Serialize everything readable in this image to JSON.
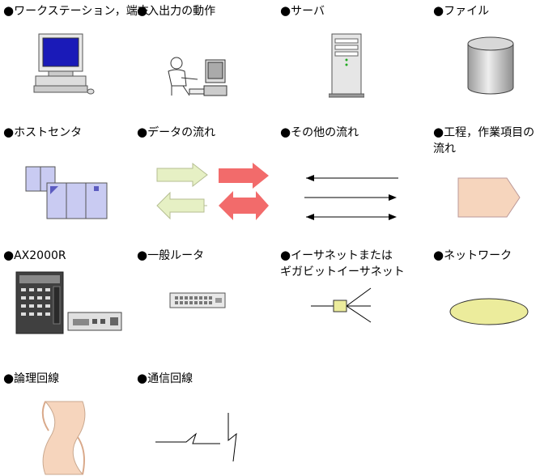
{
  "bullet": "●",
  "legend": [
    {
      "key": "workstation",
      "label": "ワークステーション，端末"
    },
    {
      "key": "io",
      "label": "入出力の動作"
    },
    {
      "key": "server",
      "label": "サーバ"
    },
    {
      "key": "file",
      "label": "ファイル"
    },
    {
      "key": "hostcenter",
      "label": "ホストセンタ"
    },
    {
      "key": "dataflow",
      "label": "データの流れ"
    },
    {
      "key": "otherflow",
      "label": "その他の流れ"
    },
    {
      "key": "process",
      "label": "工程，作業項目の\n流れ"
    },
    {
      "key": "ax2000r",
      "label": "AX2000R"
    },
    {
      "key": "router",
      "label": "一般ルータ"
    },
    {
      "key": "ethernet",
      "label": "イーサネットまたは\nギガビットイーサネット"
    },
    {
      "key": "network",
      "label": "ネットワーク"
    },
    {
      "key": "logical",
      "label": "論理回線"
    },
    {
      "key": "comm",
      "label": "通信回線"
    }
  ],
  "colors": {
    "workstation_screen": "#1a1ab8",
    "file_cylinder": "#bdbdbd",
    "host_block": "#c9cbf2",
    "flow_green": "#e6f0c4",
    "flow_red": "#f26b6b",
    "process_fill": "#f6d5bd",
    "network_fill": "#ecec9c",
    "logical_fill": "#f6d5bd"
  }
}
